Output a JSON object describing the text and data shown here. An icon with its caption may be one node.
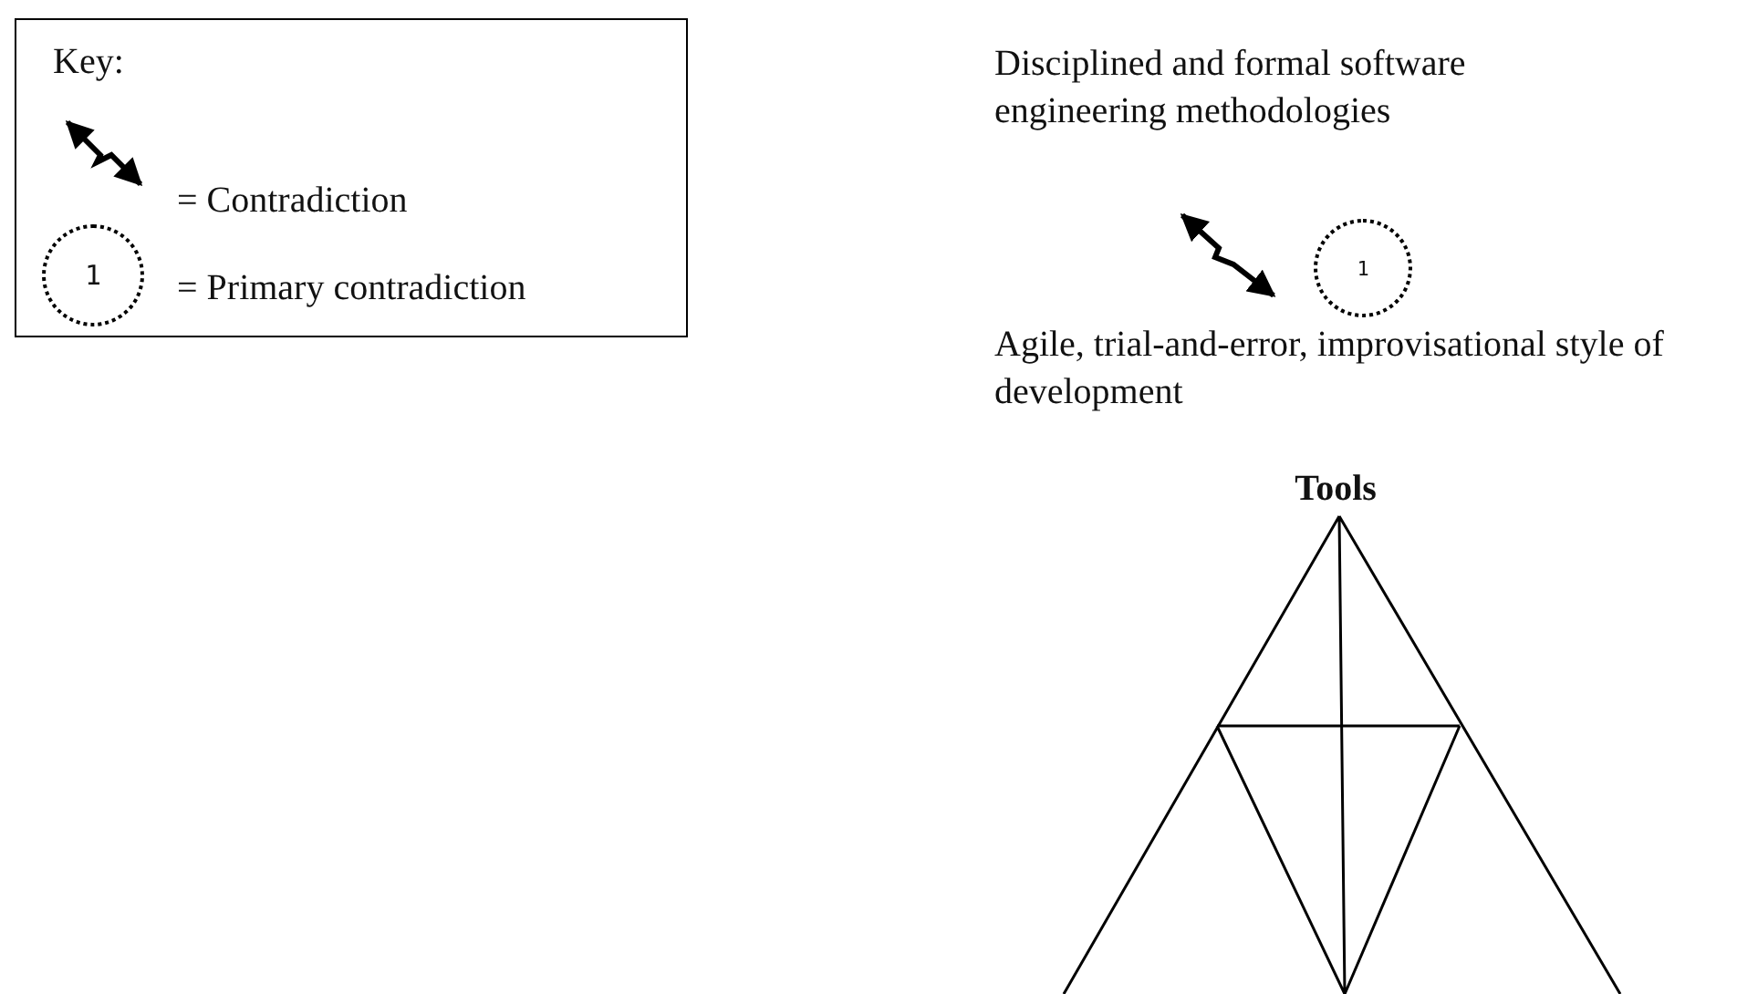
{
  "diagram": {
    "nodes": [
      {
        "text": [
          "Key:"
        ]
      },
      {
        "text": [
          "1"
        ],
        "in": 0
      },
      {
        "text": [
          "Disciplined and formal software engineering methodologies"
        ]
      },
      {
        "text": [
          "1"
        ]
      },
      {
        "text": [
          "Agile, trial-and-error, improvisational style of development"
        ]
      },
      {
        "text": [
          "Tools"
        ]
      }
    ],
    "edges": [
      {
        "from": 2,
        "to": 4,
        "arrow": "both"
      }
    ],
    "legend": [
      {
        "text": "= Contradiction"
      },
      {
        "text": "= Primary contradiction"
      }
    ]
  }
}
